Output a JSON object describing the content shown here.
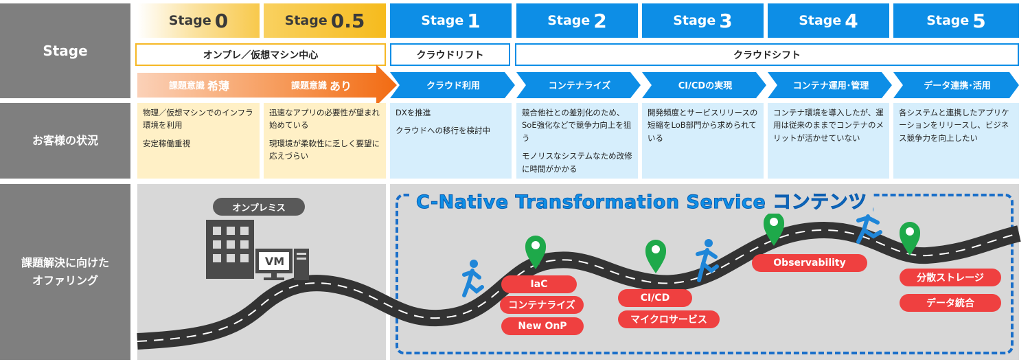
{
  "labels": {
    "stage": "Stage",
    "status": "お客様の状況",
    "offering_line1": "課題解決に向けた",
    "offering_line2": "オファリング"
  },
  "stages": [
    {
      "label": "Stage",
      "num": "0"
    },
    {
      "label": "Stage",
      "num": "0.5"
    },
    {
      "label": "Stage",
      "num": "1"
    },
    {
      "label": "Stage",
      "num": "2"
    },
    {
      "label": "Stage",
      "num": "3"
    },
    {
      "label": "Stage",
      "num": "4"
    },
    {
      "label": "Stage",
      "num": "5"
    }
  ],
  "phases": {
    "onprem": "オンプレ／仮想マシン中心",
    "lift": "クラウドリフト",
    "shift": "クラウドシフト"
  },
  "chevrons": {
    "awareness_low_prefix": "課題意識",
    "awareness_low_word": "希薄",
    "awareness_high_prefix": "課題意識",
    "awareness_high_word": "あり",
    "s1": "クラウド利用",
    "s2": "コンテナライズ",
    "s3": "CI/CDの実現",
    "s4": "コンテナ運用･管理",
    "s5": "データ連携･活用"
  },
  "status": {
    "s0": [
      "物理／仮想マシンでのインフラ環境を利用",
      "安定稼働重視"
    ],
    "s05": [
      "迅速なアプリの必要性が望まれ始めている",
      "現環境が柔軟性に乏しく要望に応えづらい"
    ],
    "s1": [
      "DXを推進",
      "クラウドへの移行を検討中"
    ],
    "s2": [
      "競合他社との差別化のため、SoE強化などで競争力向上を狙う",
      "モノリスなシステムなため改修に時間がかかる"
    ],
    "s3": [
      "開発頻度とサービスリリースの短縮をLoB部門から求められている"
    ],
    "s4": [
      "コンテナ環境を導入したが、運用は従来のままでコンテナのメリットが活かせていない"
    ],
    "s5": [
      "各システムと連携したアプリケーションをリリースし、ビジネス競争力を向上したい"
    ]
  },
  "offering": {
    "onprem_badge": "オンプレミス",
    "vm": "VM",
    "service_title": "C-Native Transformation Service コンテンツ",
    "pills": {
      "iac": "IaC",
      "containerize": "コンテナライズ",
      "new_onp": "New OnP",
      "cicd": "CI/CD",
      "microservice": "マイクロサービス",
      "observability": "Observability",
      "storage": "分散ストレージ",
      "data_integration": "データ統合"
    }
  },
  "colors": {
    "sidebar": "#7f7f7f",
    "stage_blue": "#0d8ee6",
    "stage_yellow": "#f6bb1d",
    "orange_arrow": "#f26b12",
    "pill_red": "#ef4040",
    "pin_green": "#1ea94a",
    "runner_blue": "#1f86d8",
    "dash_blue": "#1a6fc9"
  }
}
